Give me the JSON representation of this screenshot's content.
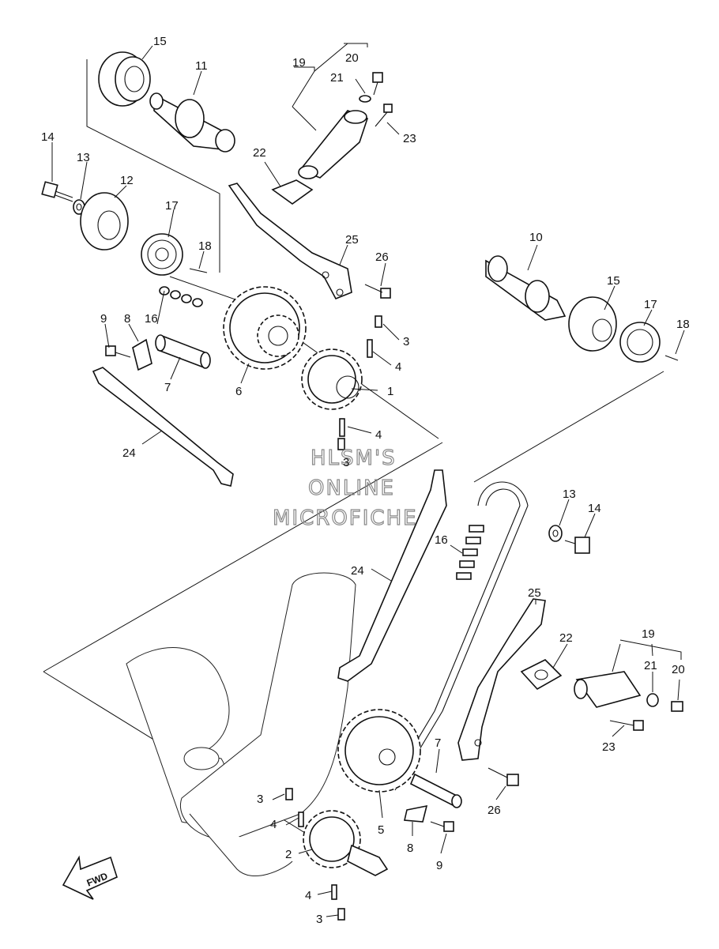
{
  "watermark": {
    "line1": "HLSM'S",
    "line2": "ONLINE",
    "line3": "MICROFICHE"
  },
  "fwd_label": "FWD",
  "callouts": {
    "c1": "1",
    "c2": "2",
    "c3a": "3",
    "c3b": "3",
    "c3c": "3",
    "c3d": "3",
    "c4a": "4",
    "c4b": "4",
    "c4c": "4",
    "c4d": "4",
    "c5": "5",
    "c6": "6",
    "c7a": "7",
    "c7b": "7",
    "c8a": "8",
    "c8b": "8",
    "c9a": "9",
    "c9b": "9",
    "c10": "10",
    "c11": "11",
    "c12": "12",
    "c13a": "13",
    "c13b": "13",
    "c14a": "14",
    "c14b": "14",
    "c15a": "15",
    "c15b": "15",
    "c16a": "16",
    "c16b": "16",
    "c17a": "17",
    "c17b": "17",
    "c18a": "18",
    "c18b": "18",
    "c19a": "19",
    "c19b": "19",
    "c20a": "20",
    "c20b": "20",
    "c21a": "21",
    "c21b": "21",
    "c22a": "22",
    "c22b": "22",
    "c23a": "23",
    "c23b": "23",
    "c24a": "24",
    "c24b": "24",
    "c25a": "25",
    "c25b": "25",
    "c26a": "26",
    "c26b": "26"
  }
}
